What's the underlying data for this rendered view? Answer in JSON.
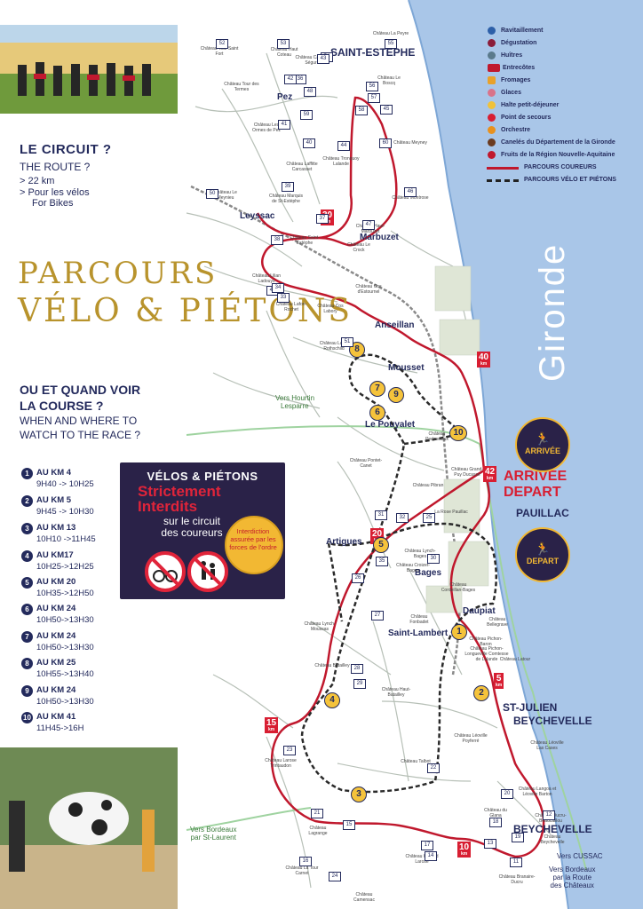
{
  "brand": {
    "line1": "PARCOURS",
    "line2": "VÉLO & PIÉTONS"
  },
  "circuit": {
    "title": "LE CIRCUIT ?",
    "subtitle": "THE ROUTE ?",
    "items": [
      "> 22 km",
      ">  Pour les vélos",
      "For Bikes"
    ]
  },
  "where": {
    "title_l1": "OU ET QUAND VOIR",
    "title_l2": "LA COURSE ?",
    "sub_l1": "WHEN AND WHERE TO",
    "sub_l2": "WATCH TO THE RACE ?"
  },
  "schedule": [
    {
      "n": "1",
      "km": "AU KM 4",
      "time": "9H40 -> 10H25"
    },
    {
      "n": "2",
      "km": "AU KM 5",
      "time": "9H45 -> 10H30"
    },
    {
      "n": "3",
      "km": "AU KM 13",
      "time": "10H10 ->11H45"
    },
    {
      "n": "4",
      "km": "AU KM17",
      "time": "10H25->12H25"
    },
    {
      "n": "5",
      "km": "AU KM 20",
      "time": "10H35->12H50"
    },
    {
      "n": "6",
      "km": "AU KM 24",
      "time": "10H50->13H30"
    },
    {
      "n": "7",
      "km": "AU KM 24",
      "time": "10H50->13H30"
    },
    {
      "n": "8",
      "km": "AU KM 25",
      "time": "10H55->13H40"
    },
    {
      "n": "9",
      "km": "AU KM 24",
      "time": "10H50->13H30"
    },
    {
      "n": "10",
      "km": "AU KM 41",
      "time": "11H45->16H"
    }
  ],
  "warning": {
    "heading": "VÉLOS & PIÉTONS",
    "red_l1": "Strictement",
    "red_l2": "Interdits",
    "sub_l1": "sur le circuit",
    "sub_l2": "des coureurs",
    "badge": "Interdiction assurée par les forces de l'ordre"
  },
  "legend": [
    {
      "label": "Ravitaillement",
      "color": "#2d5fa8",
      "icon": "water-drop-icon"
    },
    {
      "label": "Dégustation",
      "color": "#8b1d3a",
      "icon": "wine-glass-icon"
    },
    {
      "label": "Huîtres",
      "color": "#5a7a8c",
      "icon": "oyster-icon"
    },
    {
      "label": "Entrecôtes",
      "color": "#c0182d",
      "icon": "cow-icon"
    },
    {
      "label": "Fromages",
      "color": "#e8a12a",
      "icon": "cheese-icon"
    },
    {
      "label": "Glaces",
      "color": "#d9738a",
      "icon": "ice-cream-icon"
    },
    {
      "label": "Halte petit-déjeuner",
      "color": "#f0c23a",
      "icon": "croissant-icon"
    },
    {
      "label": "Point de secours",
      "color": "#d81e32",
      "icon": "first-aid-icon"
    },
    {
      "label": "Orchestre",
      "color": "#e8911e",
      "icon": "music-icon"
    },
    {
      "label": "Canelés du Département de la Gironde",
      "color": "#6b3b20",
      "icon": "canele-icon"
    },
    {
      "label": "Fruits de la Région Nouvelle-Aquitaine",
      "color": "#c0182d",
      "icon": "fruit-icon"
    },
    {
      "label": "PARCOURS COUREURS",
      "color": "#c0182d",
      "icon": "runner-route-icon"
    },
    {
      "label": "PARCOURS VÉLO ET PIÉTONS",
      "color": "#222222",
      "icon": "bike-route-icon"
    }
  ],
  "places": {
    "saint_estephe": "SAINT-ESTÈPHE",
    "pez": "Pez",
    "leyssac": "Leyssac",
    "marbuzet": "Marbuzet",
    "anseillan": "Anseillan",
    "mousset": "Mousset",
    "le_pouyalet": "Le Pouyalet",
    "artigues": "Artigues",
    "bages": "Bages",
    "daupiat": "Daupiat",
    "saint_lambert": "Saint-Lambert",
    "st_julien_l1": "ST-JULIEN",
    "st_julien_l2": "BEYCHEVELLE",
    "beychevelle": "BEYCHEVELLE",
    "pauillac": "PAUILLAC",
    "gironde": "Gironde",
    "vers_hourtin_l1": "Vers Hourtin",
    "vers_hourtin_l2": "Lesparre",
    "vers_bordeaux_l1": "Vers Bordeaux",
    "vers_bordeaux_l2": "par St-Laurent",
    "vers_cussac": "Vers CUSSAC",
    "vers_bordeaux2_l1": "Vers Bordeaux",
    "vers_bordeaux2_l2": "par la Route",
    "vers_bordeaux2_l3": "des Châteaux"
  },
  "finish": {
    "arrivee": "ARRIVÉE",
    "depart": "DEPART",
    "badge_arrivee": "ARRIVÉE",
    "badge_depart": "DEPART"
  },
  "km_flags": [
    {
      "value": "30",
      "unit": "km"
    },
    {
      "value": "40",
      "unit": "km"
    },
    {
      "value": "42",
      "unit": "km"
    },
    {
      "value": "20",
      "unit": "km"
    },
    {
      "value": "15",
      "unit": "km"
    },
    {
      "value": "5",
      "unit": "km"
    },
    {
      "value": "10",
      "unit": "km"
    }
  ],
  "map_markers": [
    "1",
    "2",
    "3",
    "4",
    "5",
    "6",
    "7",
    "8",
    "9",
    "10"
  ],
  "chateau_numbers": [
    "52",
    "53",
    "54",
    "55",
    "56",
    "57",
    "58",
    "59",
    "60",
    "36",
    "37",
    "38",
    "39",
    "40",
    "41",
    "42",
    "43",
    "44",
    "45",
    "46",
    "47",
    "48",
    "49",
    "50",
    "51",
    "33",
    "34",
    "35",
    "30",
    "31",
    "32",
    "25",
    "26",
    "27",
    "28",
    "29",
    "21",
    "22",
    "23",
    "24",
    "16",
    "17",
    "18",
    "19",
    "20",
    "11",
    "12",
    "13",
    "14",
    "15"
  ],
  "chateaux": {
    "tour_saint_fort": "Château Tour Saint Fort",
    "haut_coteau": "Château Haut Coteau",
    "calon_segur": "Château Calon-Ségur",
    "la_peyre": "Château La Peyre",
    "le_boscq": "Château Le Boscq",
    "phelan_segur": "Château Phélan Ségur",
    "meyney": "Château Meyney",
    "tour_des_termes": "Château Tour des Termes",
    "les_ormes_de_pez": "Château Les Ormes de Pez",
    "lafitte_carcasset": "Château Laffitte Carcasset",
    "le_meynieu": "Château Le Meynieu",
    "marquis_st_estephe": "Château Marquis de St-Estèphe",
    "tronquoy_lalande": "Château Tronquoy Lalande",
    "montrose": "Château Montrose",
    "haut_marbuzet": "Château Haut-Marbuzet",
    "le_crock": "Château Le Crock",
    "saint_estephe": "Château Saint-Estèphe",
    "lilian_ladouys": "Château Lilian Ladouys",
    "cos_d_estournel": "Château Cos d'Estournel",
    "cos_labory": "Château Cos Labory",
    "lafon_rochet": "Château Lafon-Rochet",
    "lafite_rothschild": "Château Lafite Rothschild",
    "pedesclaux": "Château Pedesclaux",
    "pontet_canet": "Château Pontet-Canet",
    "pibran": "Château Pibran",
    "grand_puy_ducasse": "Château Grand-Puy Ducasse",
    "la_rose_pauillac": "La Rose Pauillac",
    "croizet_bages": "Château Croizet-Bages",
    "cordeillan_bages": "Château Cordeillan-Bages",
    "lynch_bages": "Château Lynch-Bages",
    "bellegrave": "Château Bellegrave",
    "fonbadet": "Château Fonbadet",
    "pichon_baron": "Château Pichon-Baron",
    "pichon_longueville": "Château Pichon-Longueville Comtesse de Lalande",
    "latour": "Château Latour",
    "lynch_moussas": "Château Lynch-Moussas",
    "batailley": "Château Batailley",
    "haut_batailley": "Château Haut-Batailley",
    "leoville_poyferre": "Château Léoville Poyferré",
    "leoville_las_cases": "Château Léoville Las Cases",
    "talbot": "Château Talbot",
    "larose_trintaudon": "Château Larose Trintaudon",
    "lagrange": "Château Lagrange",
    "gruaud_larose": "Château Gruaud Larose",
    "du_glana": "Château du Glana",
    "ducru_beaucaillou": "Château Ducru-Beaucaillou",
    "langoa_barton": "Château Langoa et Léoville Barton",
    "beychevelle": "Château Beychevelle",
    "branaire_ducru": "Château Branaire-Ducru",
    "la_tour_carnet": "Château La Tour Carnet",
    "camensac": "Château Camensac"
  },
  "colors": {
    "navy": "#232a5c",
    "gold": "#b8932c",
    "red_route": "#c0182d",
    "river": "#a9c6e8",
    "yellow_marker": "#f5c33b",
    "panel": "#2a2248"
  }
}
